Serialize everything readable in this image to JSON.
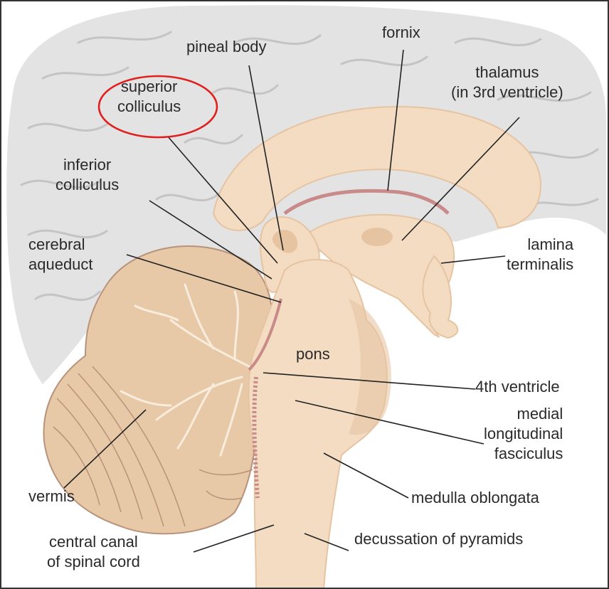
{
  "diagram": {
    "colors": {
      "cortex": "#e3e3e3",
      "cortex_fold": "#c4c4c4",
      "brainstem": "#f3dcc2",
      "brainstem_shade": "#e6c4a2",
      "cerebellum": "#e8c9a7",
      "cerebellum_line": "#b8927a",
      "ventricle": "#c98a8a",
      "highlight": "#e0201e",
      "leader": "#222222",
      "text": "#2a2a2a"
    },
    "highlighted_label": "superior_colliculus",
    "labels": {
      "pineal_body": "pineal body",
      "fornix": "fornix",
      "thalamus": {
        "line1": "thalamus",
        "line2": "(in 3rd ventricle)"
      },
      "superior_colliculus": {
        "line1": "superior",
        "line2": "colliculus"
      },
      "inferior_colliculus": {
        "line1": "inferior",
        "line2": "colliculus"
      },
      "cerebral_aqueduct": {
        "line1": "cerebral",
        "line2": "aqueduct"
      },
      "lamina_terminalis": {
        "line1": "lamina",
        "line2": "terminalis"
      },
      "pons": "pons",
      "fourth_ventricle": "4th ventricle",
      "medial_longitudinal_fasciculus": {
        "line1": "medial",
        "line2": "longitudinal",
        "line3": "fasciculus"
      },
      "vermis": "vermis",
      "medulla_oblongata": "medulla oblongata",
      "central_canal": {
        "line1": "central canal",
        "line2": "of spinal cord"
      },
      "decussation_of_pyramids": "decussation of pyramids"
    }
  }
}
